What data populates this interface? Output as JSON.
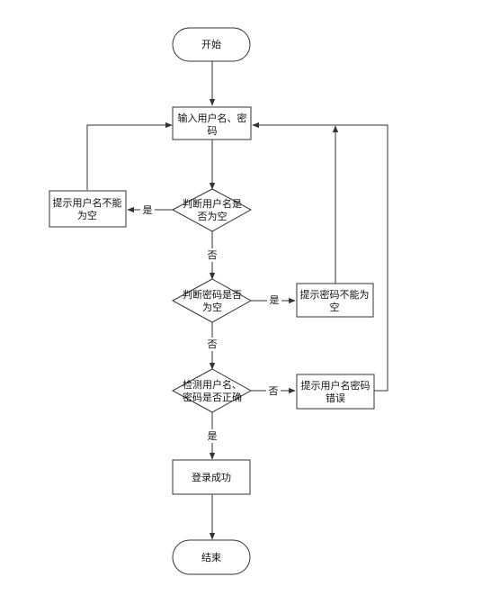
{
  "nodes": {
    "start": "开始",
    "input_1": "输入用户名、密",
    "input_2": "码",
    "check_user_1": "判断用户名是",
    "check_user_2": "否为空",
    "user_empty_1": "提示用户名不能",
    "user_empty_2": "为空",
    "check_pwd_1": "判断密码是否",
    "check_pwd_2": "为空",
    "pwd_empty_1": "提示密码不能为",
    "pwd_empty_2": "空",
    "verify_1": "检测用户名、",
    "verify_2": "密码是否正确",
    "wrong_1": "提示用户名密码",
    "wrong_2": "错误",
    "success": "登录成功",
    "end": "结束"
  },
  "edges": {
    "user_yes": "是",
    "user_no": "否",
    "pwd_yes": "是",
    "pwd_no": "否",
    "verify_no": "否",
    "verify_yes": "是"
  }
}
